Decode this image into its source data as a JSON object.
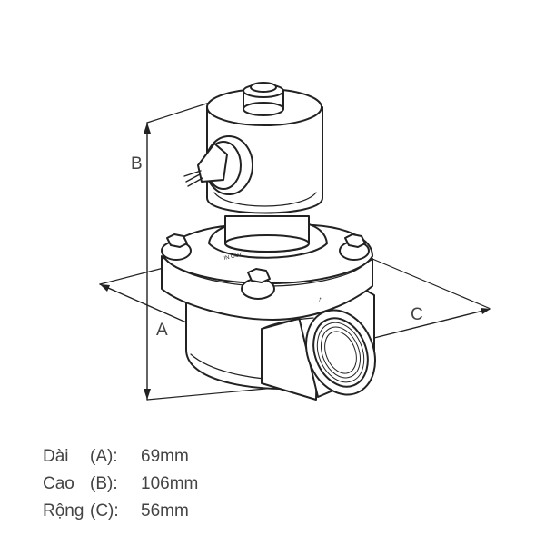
{
  "diagram": {
    "dimension_labels": {
      "a": "A",
      "b": "B",
      "c": "C"
    },
    "body_markings": {
      "flow_mark": "IN OUT",
      "arrow_mark": "→"
    }
  },
  "specs": [
    {
      "name": "Dài",
      "code": "(A):",
      "value": "69mm"
    },
    {
      "name": "Cao",
      "code": "(B):",
      "value": "106mm"
    },
    {
      "name": "Rộng",
      "code": "(C):",
      "value": "56mm"
    }
  ],
  "colors": {
    "line": "#222222",
    "text": "#444444",
    "fill": "#ffffff"
  }
}
